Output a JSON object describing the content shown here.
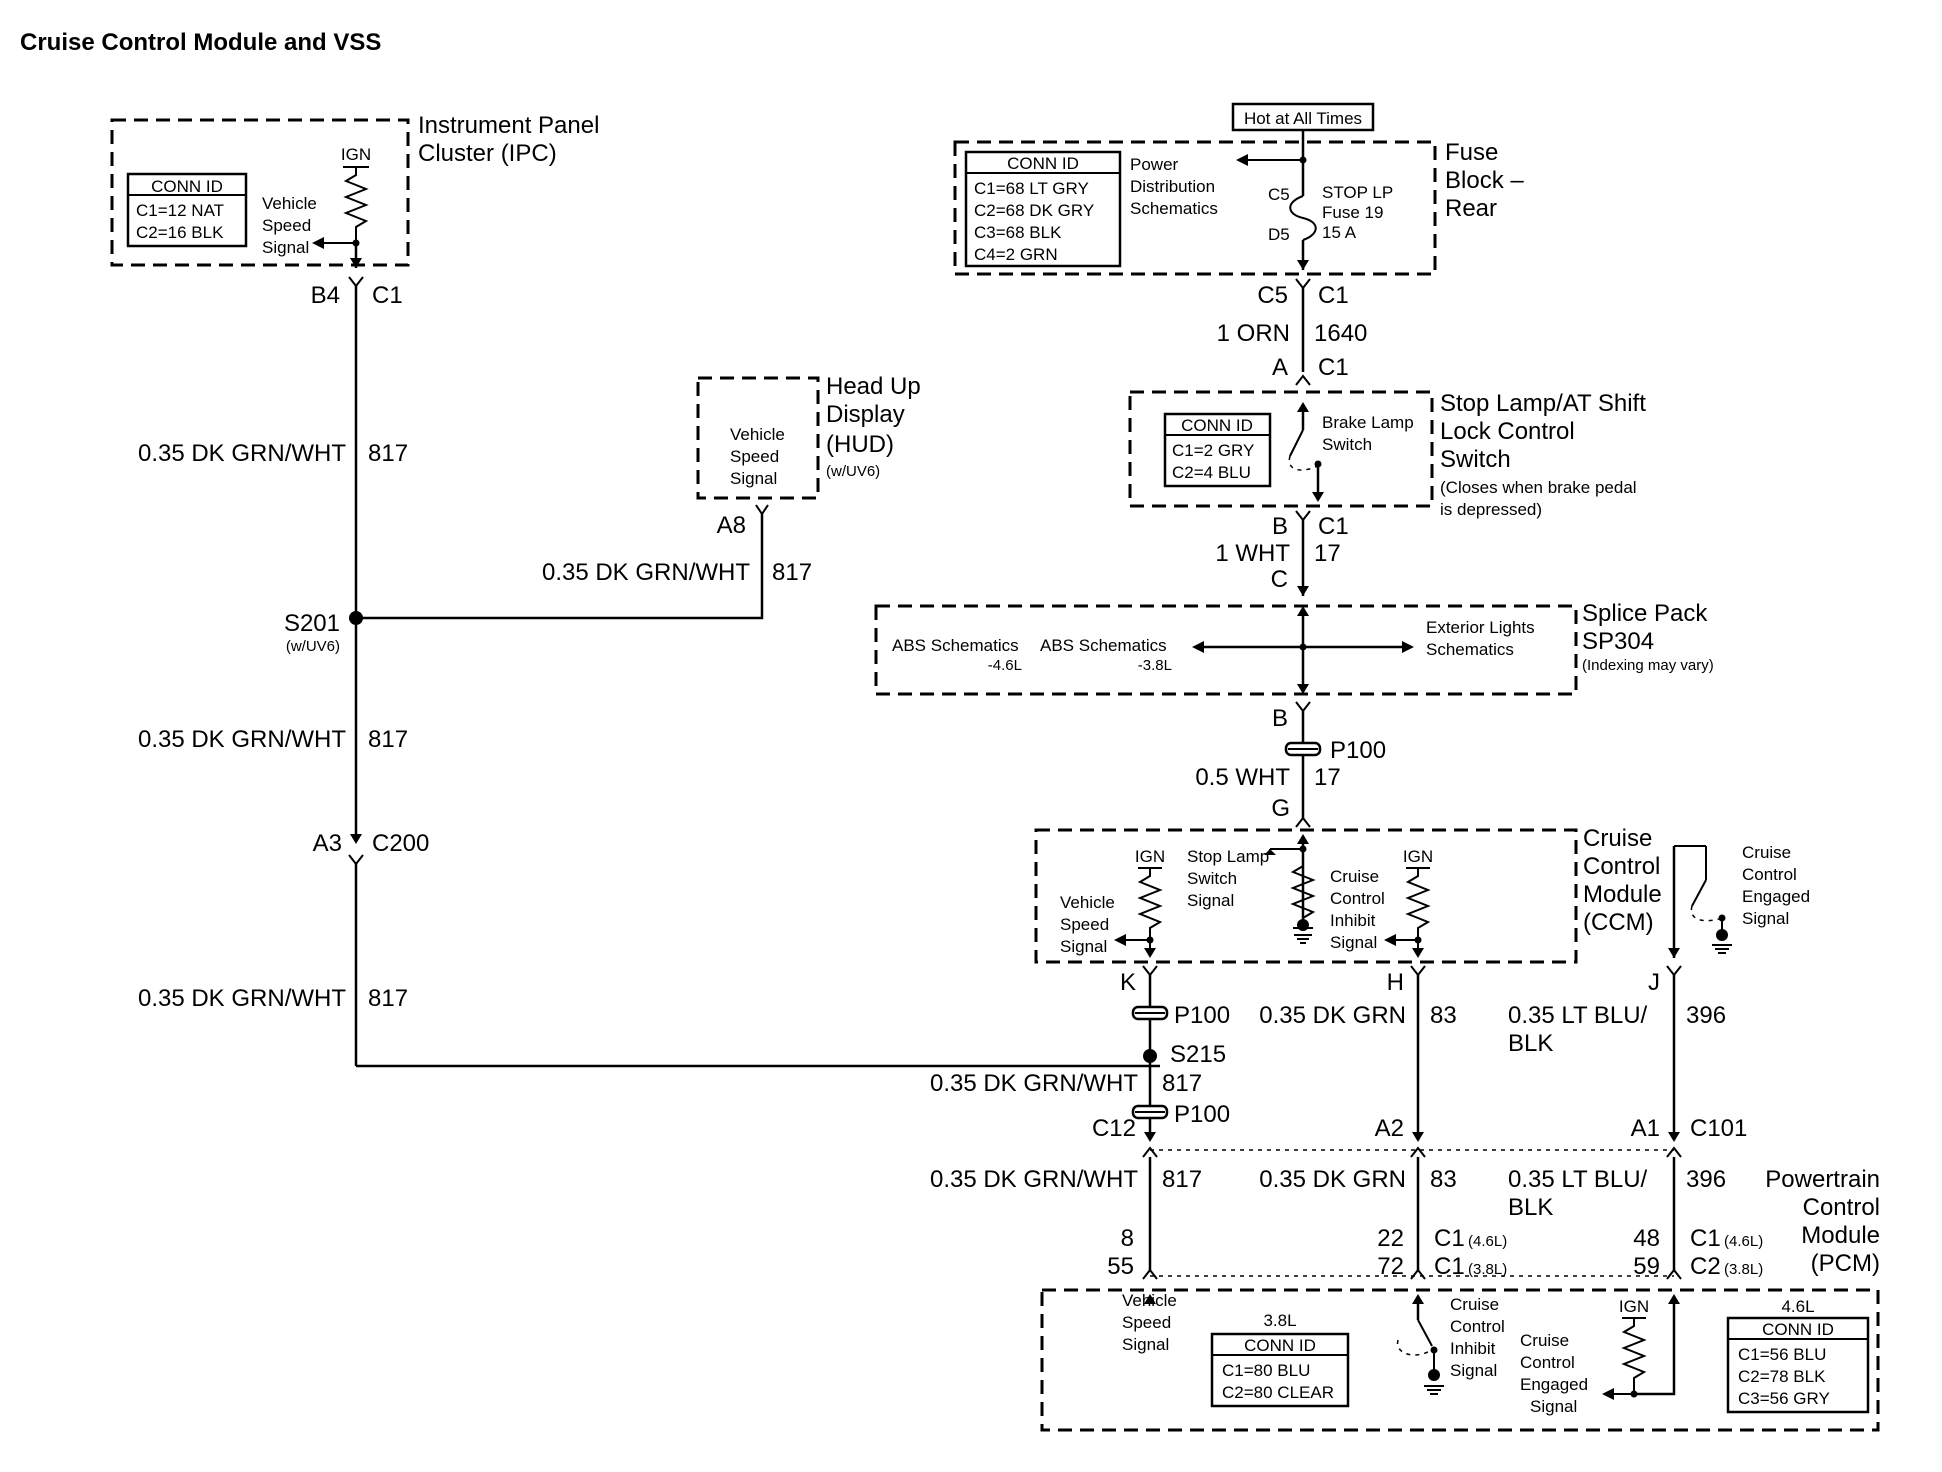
{
  "title": "Cruise Control Module and VSS",
  "ipc": {
    "name_line1": "Instrument Panel",
    "name_line2": "Cluster (IPC)",
    "conn_id_header": "CONN ID",
    "conn_c1": "C1=12 NAT",
    "conn_c2": "C2=16 BLK",
    "ign": "IGN",
    "signal_line1": "Vehicle",
    "signal_line2": "Speed",
    "signal_line3": "Signal",
    "pin_left": "B4",
    "pin_right": "C1"
  },
  "hud": {
    "name_line1": "Head Up",
    "name_line2": "Display",
    "name_line3": "(HUD)",
    "option": "(w/UV6)",
    "signal_line1": "Vehicle",
    "signal_line2": "Speed",
    "signal_line3": "Signal",
    "pin": "A8",
    "wire_label": "0.35 DK GRN/WHT",
    "wire_circuit": "817"
  },
  "left_wires": {
    "seg1_label": "0.35 DK GRN/WHT",
    "seg1_circuit": "817",
    "splice_s201": "S201",
    "splice_s201_option": "(w/UV6)",
    "seg2_label": "0.35 DK GRN/WHT",
    "seg2_circuit": "817",
    "c200_pin": "A3",
    "c200_conn": "C200",
    "seg3_label": "0.35 DK GRN/WHT",
    "seg3_circuit": "817"
  },
  "fuse_block": {
    "hot_label": "Hot at All Times",
    "name_line1": "Fuse",
    "name_line2": "Block –",
    "name_line3": "Rear",
    "conn_id_header": "CONN ID",
    "conn_c1": "C1=68 LT GRY",
    "conn_c2": "C2=68 DK GRY",
    "conn_c3": "C3=68 BLK",
    "conn_c4": "C4=2 GRN",
    "ref_line1": "Power",
    "ref_line2": "Distribution",
    "ref_line3": "Schematics",
    "c5": "C5",
    "d5": "D5",
    "fuse_line1": "STOP LP",
    "fuse_line2": "Fuse 19",
    "fuse_line3": "15 A",
    "out_pin": "C5",
    "out_conn": "C1",
    "wire_label": "1 ORN",
    "wire_circuit": "1640"
  },
  "stop_switch": {
    "in_pin": "A",
    "in_conn": "C1",
    "name_line1": "Stop Lamp/AT Shift",
    "name_line2": "Lock Control",
    "name_line3": "Switch",
    "note_line1": "(Closes when brake pedal",
    "note_line2": "is depressed)",
    "conn_id_header": "CONN ID",
    "conn_c1": "C1=2 GRY",
    "conn_c2": "C2=4 BLU",
    "switch_line1": "Brake Lamp",
    "switch_line2": "Switch",
    "out_pin": "B",
    "out_conn": "C1",
    "wire_label": "1 WHT",
    "wire_circuit": "17",
    "splice_pin": "C"
  },
  "splice_pack": {
    "name_line1": "Splice Pack",
    "name_line2": "SP304",
    "note": "(Indexing may vary)",
    "abs46_line1": "ABS Schematics",
    "abs46_line2": "-4.6L",
    "abs38_line1": "ABS Schematics",
    "abs38_line2": "-3.8L",
    "ext_line1": "Exterior Lights",
    "ext_line2": "Schematics",
    "out_pin": "B"
  },
  "p100_upper": {
    "conn": "P100",
    "wire_label": "0.5 WHT",
    "wire_circuit": "17",
    "pin": "G"
  },
  "ccm": {
    "name_line1": "Cruise",
    "name_line2": "Control",
    "name_line3": "Module",
    "name_line4": "(CCM)",
    "ign1": "IGN",
    "ign2": "IGN",
    "stop_sig_line1": "Stop Lamp",
    "stop_sig_line2": "Switch",
    "stop_sig_line3": "Signal",
    "vss_line1": "Vehicle",
    "vss_line2": "Speed",
    "vss_line3": "Signal",
    "inhibit_line1": "Cruise",
    "inhibit_line2": "Control",
    "inhibit_line3": "Inhibit",
    "inhibit_line4": "Signal",
    "engaged_line1": "Cruise",
    "engaged_line2": "Control",
    "engaged_line3": "Engaged",
    "engaged_line4": "Signal",
    "pin_k": "K",
    "pin_h": "H",
    "pin_j": "J"
  },
  "lower_wires": {
    "p100_a": "P100",
    "s215": "S215",
    "seg_k_label": "0.35 DK GRN/WHT",
    "seg_k_circuit": "817",
    "p100_b": "P100",
    "h_label": "0.35 DK GRN",
    "h_circuit": "83",
    "j_label_line1": "0.35 LT BLU/",
    "j_label_line2": "BLK",
    "j_circuit": "396",
    "c12": "C12",
    "a2": "A2",
    "a1": "A1",
    "c101": "C101",
    "pcm_k_label": "0.35 DK GRN/WHT",
    "pcm_k_circuit": "817",
    "pcm_h_label": "0.35 DK GRN",
    "pcm_h_circuit": "83",
    "pcm_j_label_line1": "0.35 LT BLU/",
    "pcm_j_label_line2": "BLK",
    "pcm_j_circuit": "396"
  },
  "pcm": {
    "name_line1": "Powertrain",
    "name_line2": "Control",
    "name_line3": "Module",
    "name_line4": "(PCM)",
    "pin_k1": "8",
    "pin_k2": "55",
    "pin_h1": "22",
    "pin_h2": "72",
    "pin_h1_conn": "C1",
    "pin_h1_eng": "(4.6L)",
    "pin_h2_conn": "C1",
    "pin_h2_eng": "(3.8L)",
    "pin_j1": "48",
    "pin_j2": "59",
    "pin_j1_conn": "C1",
    "pin_j1_eng": "(4.6L)",
    "pin_j2_conn": "C2",
    "pin_j2_eng": "(3.8L)",
    "vss_line1": "Vehicle",
    "vss_line2": "Speed",
    "vss_line3": "Signal",
    "engine38": "3.8L",
    "conn38_header": "CONN ID",
    "conn38_c1": "C1=80 BLU",
    "conn38_c2": "C2=80 CLEAR",
    "inhibit_line1": "Cruise",
    "inhibit_line2": "Control",
    "inhibit_line3": "Inhibit",
    "inhibit_line4": "Signal",
    "engaged_line1": "Cruise",
    "engaged_line2": "Control",
    "engaged_line3": "Engaged",
    "engaged_line4": "Signal",
    "ign": "IGN",
    "engine46": "4.6L",
    "conn46_header": "CONN ID",
    "conn46_c1": "C1=56 BLU",
    "conn46_c2": "C2=78 BLK",
    "conn46_c3": "C3=56 GRY"
  }
}
